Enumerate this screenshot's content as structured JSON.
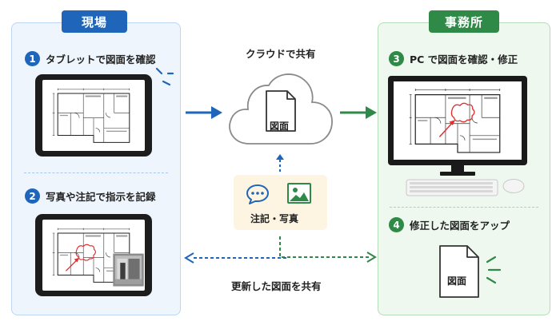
{
  "left_panel": {
    "tag": "現場",
    "steps": [
      {
        "number": "1",
        "label": "タブレットで図面を確認"
      },
      {
        "number": "2",
        "label": "写真や注記で指示を記録"
      }
    ]
  },
  "right_panel": {
    "tag": "事務所",
    "steps": [
      {
        "number": "3",
        "label": "PC で図面を確認・修正"
      },
      {
        "number": "4",
        "label": "修正した図面をアップ"
      }
    ],
    "document_label": "図面"
  },
  "center": {
    "cloud_caption": "クラウドで共有",
    "cloud_document_label": "図面",
    "annotation_label": "注記・写真",
    "share_caption": "更新した図面を共有"
  },
  "colors": {
    "blue": "#1f66ba",
    "green": "#2f8a47",
    "left_panel_bg": "#eef5fd",
    "right_panel_bg": "#eef8ef",
    "annotation_red": "#e03030"
  },
  "icons": [
    "chat-bubble-icon",
    "image-icon",
    "document-icon",
    "cloud-icon",
    "keyboard-icon",
    "mouse-icon"
  ]
}
